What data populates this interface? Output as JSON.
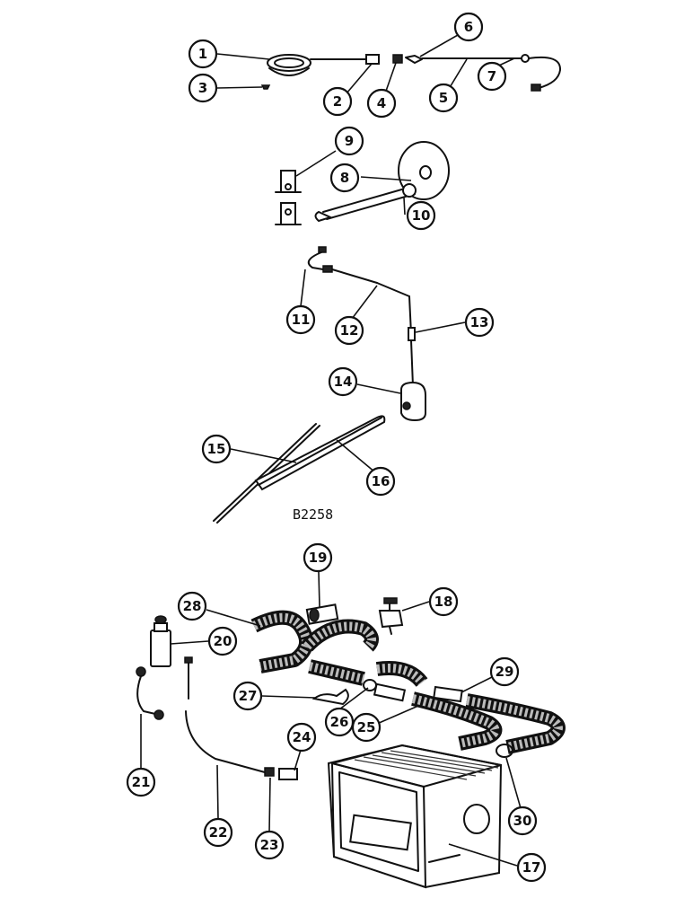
{
  "figure_code": "B2258",
  "callouts": [
    "1",
    "2",
    "3",
    "4",
    "5",
    "6",
    "7",
    "8",
    "9",
    "10",
    "11",
    "12",
    "13",
    "14",
    "15",
    "16",
    "17",
    "18",
    "19",
    "20",
    "21",
    "22",
    "23",
    "24",
    "25",
    "26",
    "27",
    "28",
    "29",
    "30"
  ]
}
